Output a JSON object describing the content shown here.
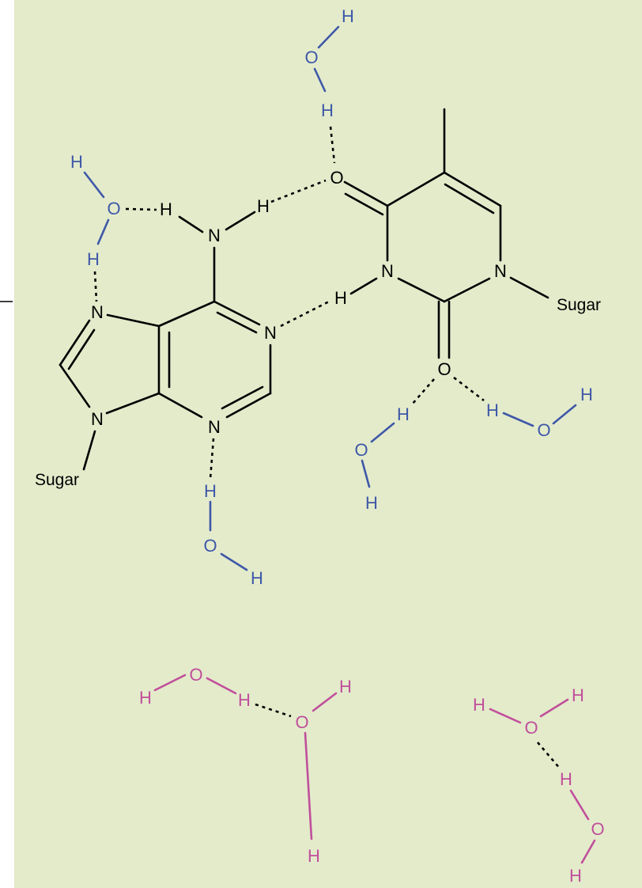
{
  "colors": {
    "background": "#e3ebcb",
    "base": "#000000",
    "water_bound": "#3f58a8",
    "water_free": "#c14f9b"
  },
  "adenine": {
    "atoms": {
      "n_amino": "N",
      "h_amino_left": "H",
      "h_amino_right": "H",
      "n1": "N",
      "n3": "N",
      "n7": "N",
      "n9": "N"
    },
    "sugar_label": "Sugar"
  },
  "thymine": {
    "atoms": {
      "o4": "O",
      "o2": "O",
      "n3": "N",
      "h3": "H",
      "n1": "N"
    },
    "sugar_label": "Sugar"
  },
  "bound_waters": [
    {
      "atoms": [
        "H",
        "O",
        "H"
      ]
    },
    {
      "atoms": [
        "H",
        "O",
        "H"
      ]
    },
    {
      "atoms": [
        "H",
        "O",
        "H"
      ]
    },
    {
      "atoms": [
        "H",
        "O",
        "H"
      ]
    },
    {
      "atoms": [
        "H",
        "O",
        "H"
      ]
    }
  ],
  "free_waters": [
    {
      "atoms": [
        "H",
        "O",
        "H"
      ]
    },
    {
      "atoms": [
        "H",
        "O",
        "H"
      ]
    },
    {
      "atoms": [
        "H",
        "O",
        "H"
      ]
    },
    {
      "atoms": [
        "H",
        "O",
        "H"
      ]
    }
  ]
}
